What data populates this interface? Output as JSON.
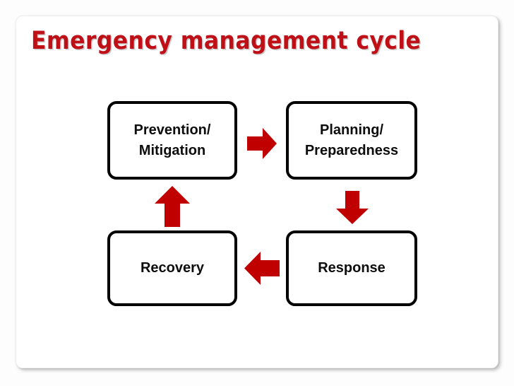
{
  "slide": {
    "title": "Emergency management cycle",
    "background_color": "#ffffff",
    "outer_background_color": "#fdfdfd",
    "title_color": "#bf1018"
  },
  "diagram": {
    "type": "cycle",
    "box_border_color": "#000000",
    "box_fill_color": "#ffffff",
    "arrow_color": "#c00000",
    "boxes": [
      {
        "id": "prevention",
        "lines": [
          "Prevention/",
          "Mitigation"
        ]
      },
      {
        "id": "planning",
        "lines": [
          "Planning/",
          "Preparedness"
        ]
      },
      {
        "id": "recovery",
        "lines": [
          "Recovery"
        ]
      },
      {
        "id": "response",
        "lines": [
          "Response"
        ]
      }
    ],
    "arrows": [
      {
        "id": "arrow-right",
        "direction": "right",
        "from": "prevention",
        "to": "planning"
      },
      {
        "id": "arrow-down",
        "direction": "down",
        "from": "planning",
        "to": "response"
      },
      {
        "id": "arrow-left",
        "direction": "left",
        "from": "response",
        "to": "recovery"
      },
      {
        "id": "arrow-up",
        "direction": "up",
        "from": "recovery",
        "to": "prevention"
      }
    ]
  }
}
